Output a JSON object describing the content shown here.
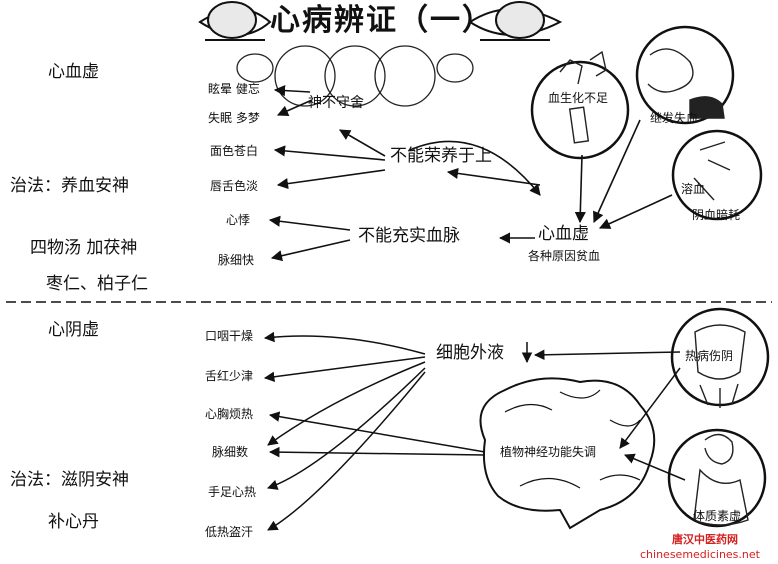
{
  "title": "心病辨证（一）",
  "section1": {
    "name": "心血虚",
    "treatment": "治法：养血安神",
    "formula_1": "四物汤 加茯神",
    "formula_2": "枣仁、柏子仁",
    "center": "心血虚",
    "center_sub": "各种原因贫血",
    "branch_upper": "不能荣养于上",
    "branch_lower": "不能充实血脉",
    "mind": "神不守舍",
    "symptoms": [
      "眩晕 健忘",
      "失眠 多梦",
      "面色苍白",
      "唇舌色淡",
      "心悸",
      "脉细快"
    ],
    "causes": [
      "血生化不足",
      "继发失血",
      "溶血",
      "阴血暗耗"
    ]
  },
  "section2": {
    "name": "心阴虚",
    "treatment": "治法：滋阴安神",
    "formula": "补心丹",
    "fluid": "细胞外液",
    "nerve": "植物神经功能失调",
    "causes": [
      "热病伤阴",
      "体质素虚"
    ],
    "symptoms": [
      "口咽干燥",
      "舌红少津",
      "心胸烦热",
      "脉细数",
      "手足心热",
      "低热盗汗"
    ]
  },
  "watermark": {
    "line1": "唐汉中医药网",
    "line2": "chinesemedicines.net"
  }
}
